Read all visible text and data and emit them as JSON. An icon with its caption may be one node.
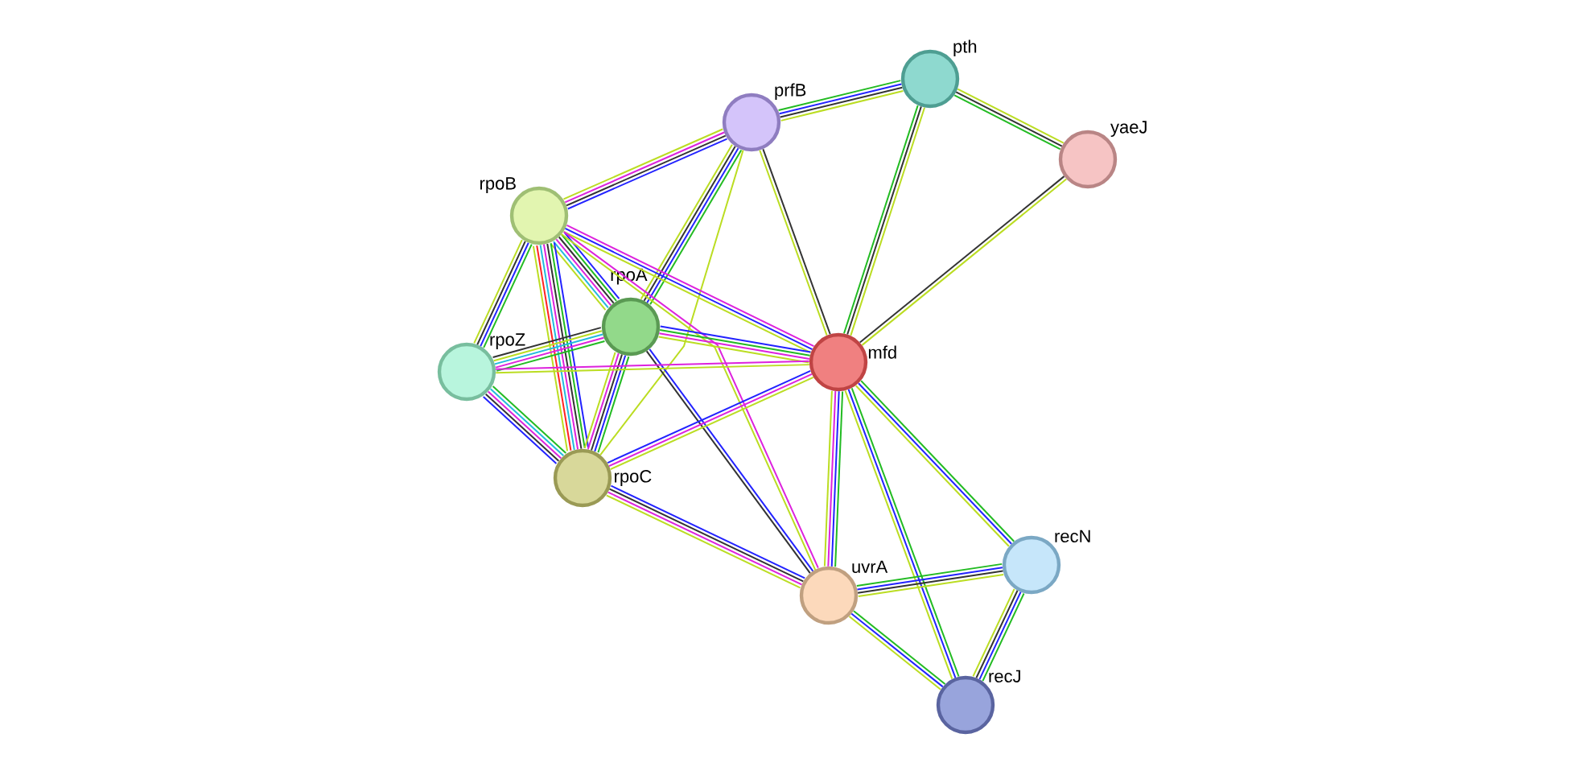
{
  "diagram": {
    "nodes": [
      {
        "text": [
          "pth"
        ]
      },
      {
        "text": [
          "prfB"
        ]
      },
      {
        "text": [
          "yaeJ"
        ]
      },
      {
        "text": [
          "rpoB"
        ]
      },
      {
        "text": [
          "rpoA"
        ]
      },
      {
        "text": [
          "mfd"
        ]
      },
      {
        "text": [
          "rpoZ"
        ]
      },
      {
        "text": [
          "rpoC"
        ]
      },
      {
        "text": [
          "recN"
        ]
      },
      {
        "text": [
          "uvrA"
        ]
      },
      {
        "text": [
          "recJ"
        ]
      }
    ],
    "edges": [
      {
        "from": 1,
        "to": 0,
        "arrow": "none"
      },
      {
        "from": 0,
        "to": 2,
        "arrow": "none"
      },
      {
        "from": 0,
        "to": 5,
        "arrow": "none"
      },
      {
        "from": 2,
        "to": 5,
        "arrow": "none"
      },
      {
        "from": 1,
        "to": 3,
        "arrow": "none",
        "color": "#2222ff"
      },
      {
        "from": 1,
        "to": 4,
        "arrow": "none",
        "color": "#333333"
      },
      {
        "from": 1,
        "to": 7,
        "arrow": "none"
      },
      {
        "from": 1,
        "to": 5,
        "arrow": "none",
        "color": "#bbdd22"
      },
      {
        "from": 3,
        "to": 4,
        "arrow": "none",
        "color": "#22bb22"
      },
      {
        "from": 3,
        "to": 6,
        "arrow": "none",
        "color": "#22bb22"
      },
      {
        "from": 3,
        "to": 7,
        "arrow": "none",
        "color": "#22bb22"
      },
      {
        "from": 3,
        "to": 5,
        "arrow": "none",
        "color": "#2222ff"
      },
      {
        "from": 3,
        "to": 9,
        "arrow": "none",
        "color": "#bbdd22"
      },
      {
        "from": 4,
        "to": 6,
        "arrow": "none"
      },
      {
        "from": 4,
        "to": 7,
        "arrow": "none",
        "color": "#22bb22"
      },
      {
        "from": 4,
        "to": 5,
        "arrow": "none",
        "color": "#dd22dd"
      },
      {
        "from": 4,
        "to": 9,
        "arrow": "none",
        "color": "#2222ff"
      },
      {
        "from": 6,
        "to": 7,
        "arrow": "none",
        "color": "#22bbdd"
      },
      {
        "from": 6,
        "to": 5,
        "arrow": "none"
      },
      {
        "from": 7,
        "to": 5,
        "arrow": "none",
        "color": "#2222ff"
      },
      {
        "from": 7,
        "to": 9,
        "arrow": "none",
        "color": "#2222ff"
      },
      {
        "from": 5,
        "to": 9,
        "arrow": "none",
        "color": "#dd22dd"
      },
      {
        "from": 5,
        "to": 8,
        "arrow": "none",
        "color": "#22bb22"
      },
      {
        "from": 5,
        "to": 10,
        "arrow": "none",
        "color": "#bbdd22"
      },
      {
        "from": 9,
        "to": 8,
        "arrow": "none",
        "color": "#22bb22"
      },
      {
        "from": 9,
        "to": 10,
        "arrow": "none",
        "color": "#22bb22"
      },
      {
        "from": 8,
        "to": 10,
        "arrow": "none",
        "color": "#2222ff"
      }
    ]
  }
}
